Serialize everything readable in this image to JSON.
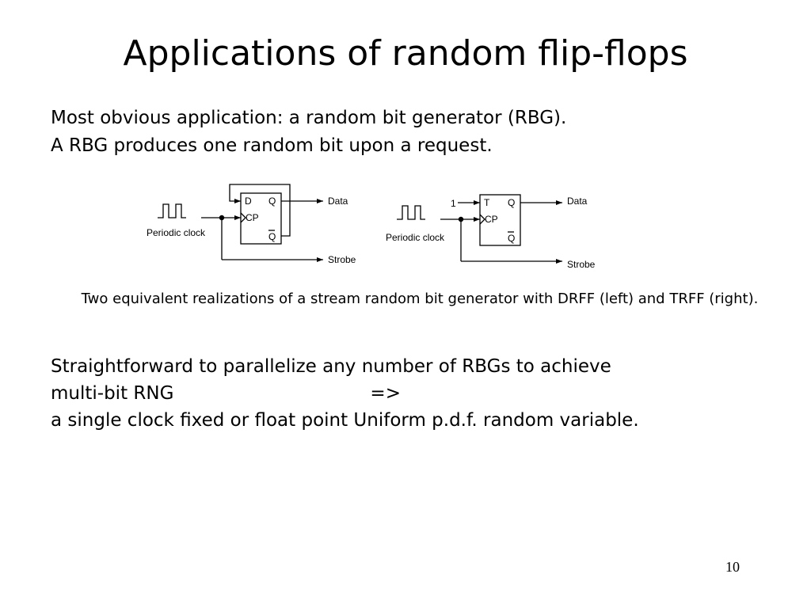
{
  "slide": {
    "title": "Applications of random flip-flops",
    "intro_line1": "Most obvious application: a random bit generator (RBG).",
    "intro_line2": "A RBG produces one random bit upon a request.",
    "caption": "Two equivalent realizations of a stream random bit generator with DRFF (left) and TRFF (right).",
    "para_line1": "Straightforward to parallelize any number of RBGs to achieve",
    "para_line2": "multi-bit RNG",
    "para_arrow": "=>",
    "para_line3": "a single clock fixed or float point Uniform p.d.f. random variable.",
    "page_number": "10"
  },
  "diagram": {
    "left": {
      "clock_label": "Periodic clock",
      "input_pin": "D",
      "clock_pin": "CP",
      "q_pin": "Q",
      "qbar_pin": "Q",
      "data_label": "Data",
      "strobe_label": "Strobe"
    },
    "right": {
      "const_input": "1",
      "clock_label": "Periodic clock",
      "input_pin": "T",
      "clock_pin": "CP",
      "q_pin": "Q",
      "qbar_pin": "Q",
      "data_label": "Data",
      "strobe_label": "Strobe"
    }
  }
}
